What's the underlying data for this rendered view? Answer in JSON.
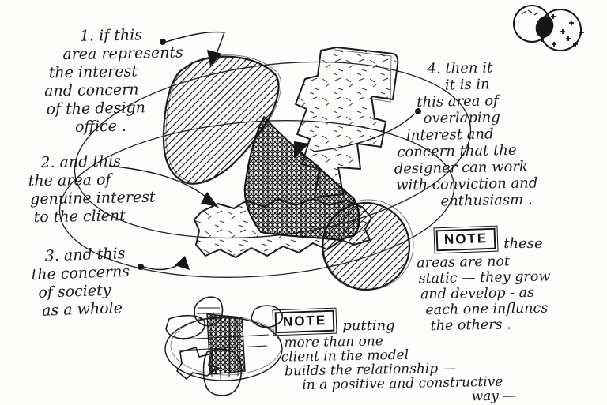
{
  "page": {
    "bg_color": "#fdfdfc",
    "ink_color": "#1b1b1b",
    "description": "hand-drawn sketch of overlapping areas of design interest"
  },
  "annotations": {
    "step1": [
      "1. if this",
      "area represents",
      "the interest",
      "and concern",
      "of the design",
      "office ."
    ],
    "step2": [
      "2. and this",
      "the area of",
      "genuine interest",
      "to the client"
    ],
    "step3": [
      "3. and this",
      "the concerns",
      "of society",
      "as a whole"
    ],
    "step4": [
      "4. then it",
      "it is in",
      "this area of",
      "overlaping",
      "interest and",
      "concern that the",
      "designer can work",
      "with conviction and",
      "enthusiasm ."
    ],
    "note_right": {
      "tag": "NOTE",
      "lead": "these",
      "lines": [
        "areas are not",
        "static — they grow",
        "and develop - as",
        "each one influncs",
        "the others ."
      ]
    },
    "note_bottom": {
      "tag": "NOTE",
      "lead": "putting",
      "lines": [
        "more than one",
        "client in the model",
        "builds the relationship —",
        "in a positive and constructive",
        "way —"
      ]
    }
  },
  "diagram": {
    "regions": [
      {
        "name": "design-office-area",
        "texture": "diagonal-hatch"
      },
      {
        "name": "client-area",
        "texture": "sparse-dashes"
      },
      {
        "name": "society-area",
        "texture": "sparse-dashes"
      },
      {
        "name": "overlap-area",
        "texture": "dense-crosshatch"
      },
      {
        "name": "client-circle",
        "texture": "diagonal-hatch"
      }
    ],
    "doodles": [
      "mini-venn-plus-doodle",
      "multi-client-cluster-doodle"
    ]
  }
}
